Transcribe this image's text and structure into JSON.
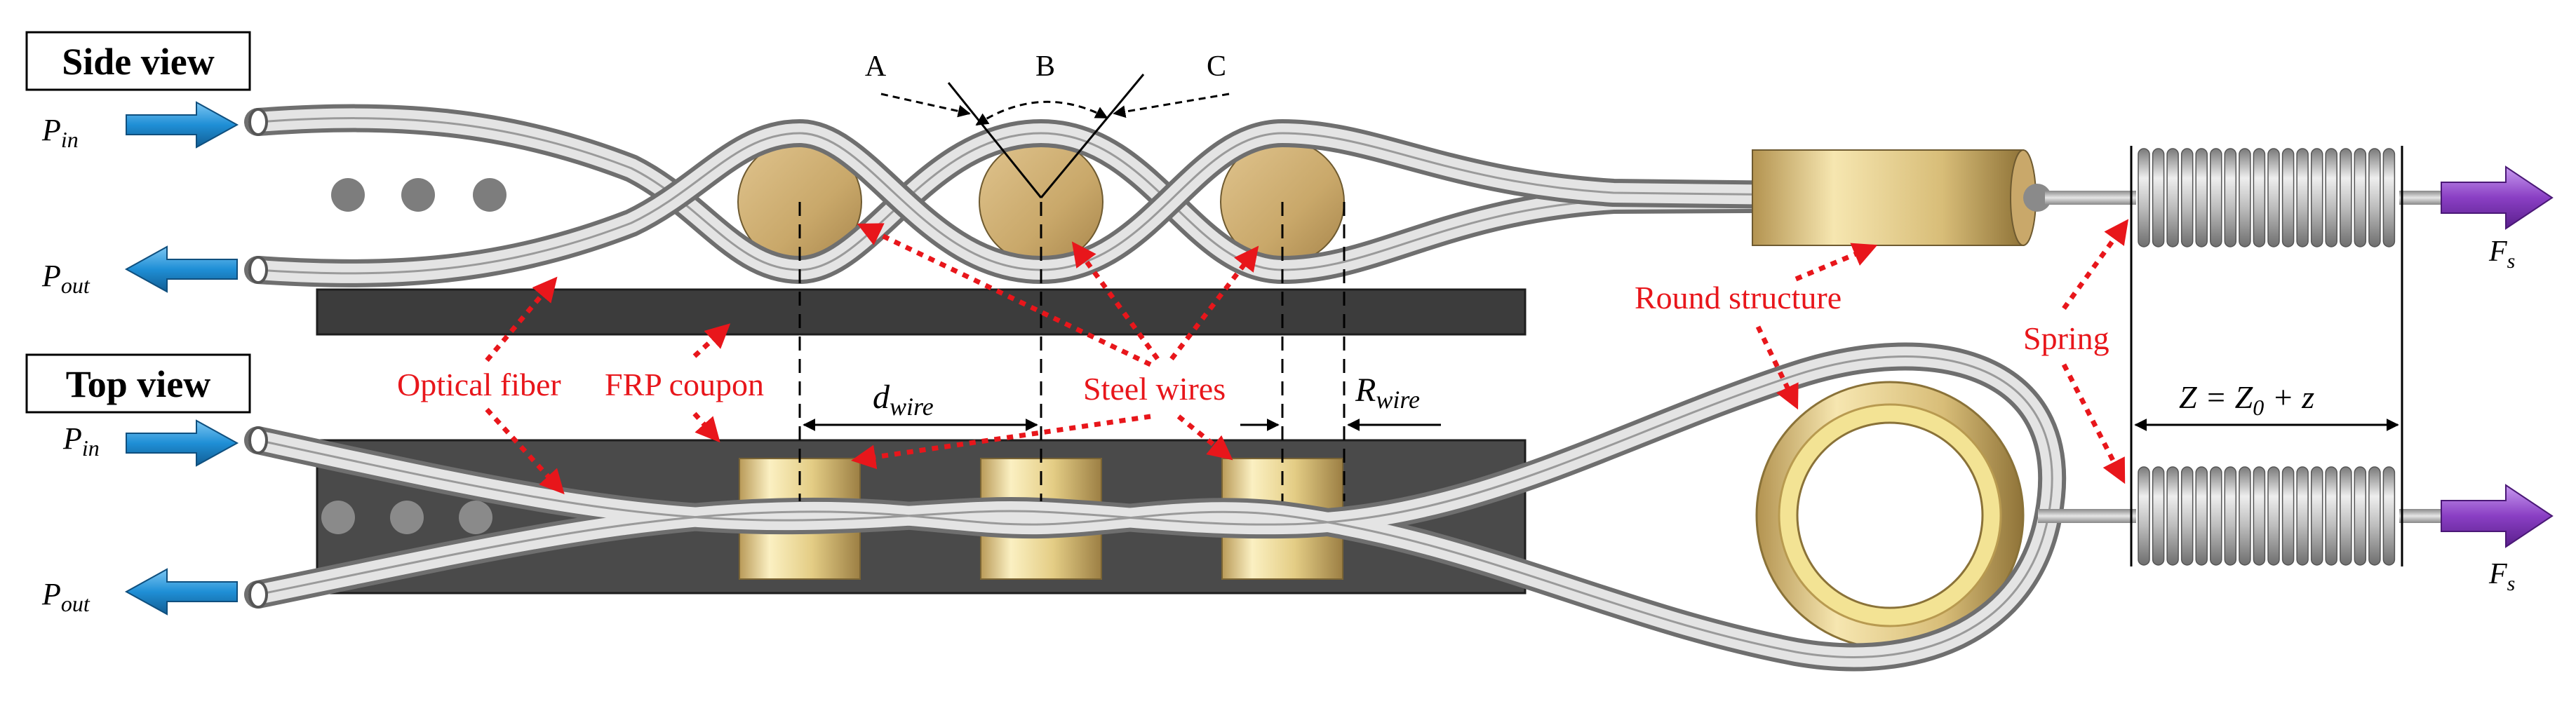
{
  "views": {
    "side": "Side view",
    "top": "Top view"
  },
  "labels": {
    "p_in_base": "P",
    "p_in_sub": "in",
    "p_out_base": "P",
    "p_out_sub": "out",
    "f_base": "F",
    "f_sub": "s",
    "optical_fiber": "Optical fiber",
    "frp_coupon": "FRP coupon",
    "steel_wires": "Steel wires",
    "round_structure": "Round structure",
    "spring": "Spring",
    "a": "A",
    "b": "B",
    "c": "C",
    "d_base": "d",
    "d_sub": "wire",
    "r_base": "R",
    "r_sub": "wire",
    "z_eq_lhs": "Z = Z",
    "z_eq_sub": "0",
    "z_eq_rhs": " + z"
  },
  "colors": {
    "annotation_red": "#e8161b",
    "arrow_blue": "#1f8fd6",
    "force_purple": "#8a3fc4",
    "coupon_dark": "#3c3c3c",
    "steel_tan": "#c9a86a",
    "round_yellow": "#f3e394",
    "fiber_gray": "#b8b8b8"
  }
}
